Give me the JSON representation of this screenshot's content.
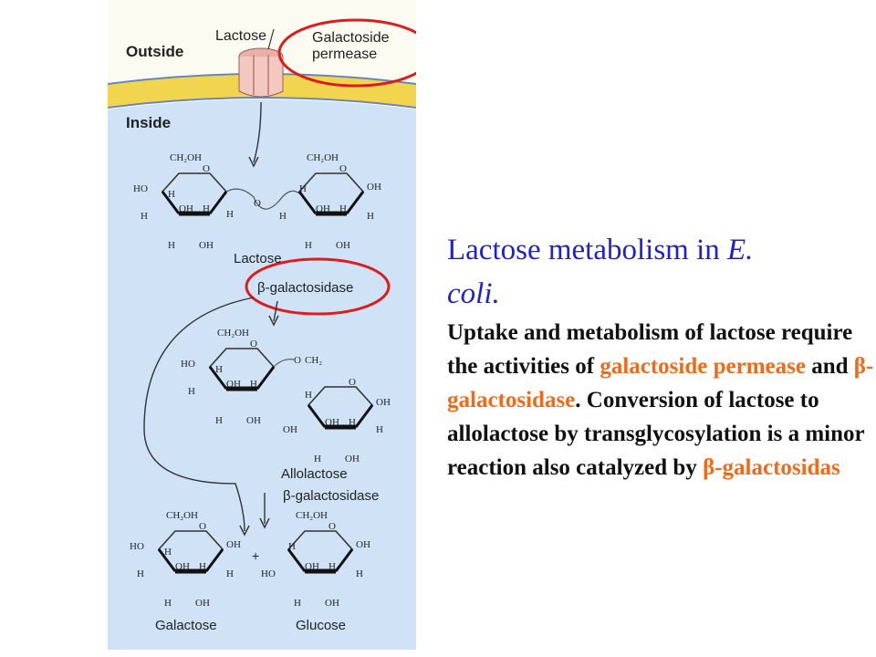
{
  "diagram": {
    "outside_label": "Outside",
    "inside_label": "Inside",
    "lactose_top_label": "Lactose",
    "permease_label_line1": "Galactoside",
    "permease_label_line2": "permease",
    "lactose_label": "Lactose",
    "enzyme_label_1": "β-galactosidase",
    "allolactose_label": "Allolactose",
    "enzyme_label_2": "β-galactosidase",
    "galactose_label": "Galactose",
    "glucose_label": "Glucose",
    "plus_sign": "+",
    "ring_glyphs": {
      "ch2oh": "CH₂OH",
      "ch2": "CH₂",
      "o": "O",
      "h": "H",
      "oh": "OH",
      "ho": "HO"
    },
    "colors": {
      "cytoplasm": "#cfe2f6",
      "membrane": "#f1d54f",
      "outside": "#fbfbf2",
      "highlight_circle": "#dd1c1c",
      "enzyme_text": "#2f3f8f"
    }
  },
  "caption": {
    "title_part1": "Lactose metabolism in ",
    "title_italic1": "E.",
    "title_italic2": "coli.",
    "body_1": "Uptake and metabolism of lactose require the activities of ",
    "highlight_1": "galactoside permease",
    "body_2": " and ",
    "highlight_2": "β-galactosidase",
    "body_3": ". Conversion of lactose to allolactose by transglycosylation is a minor reaction also catalyzed by ",
    "highlight_3": "β-galactosidas",
    "colors": {
      "title": "#1f1fd6",
      "highlight": "#f26a17"
    }
  }
}
